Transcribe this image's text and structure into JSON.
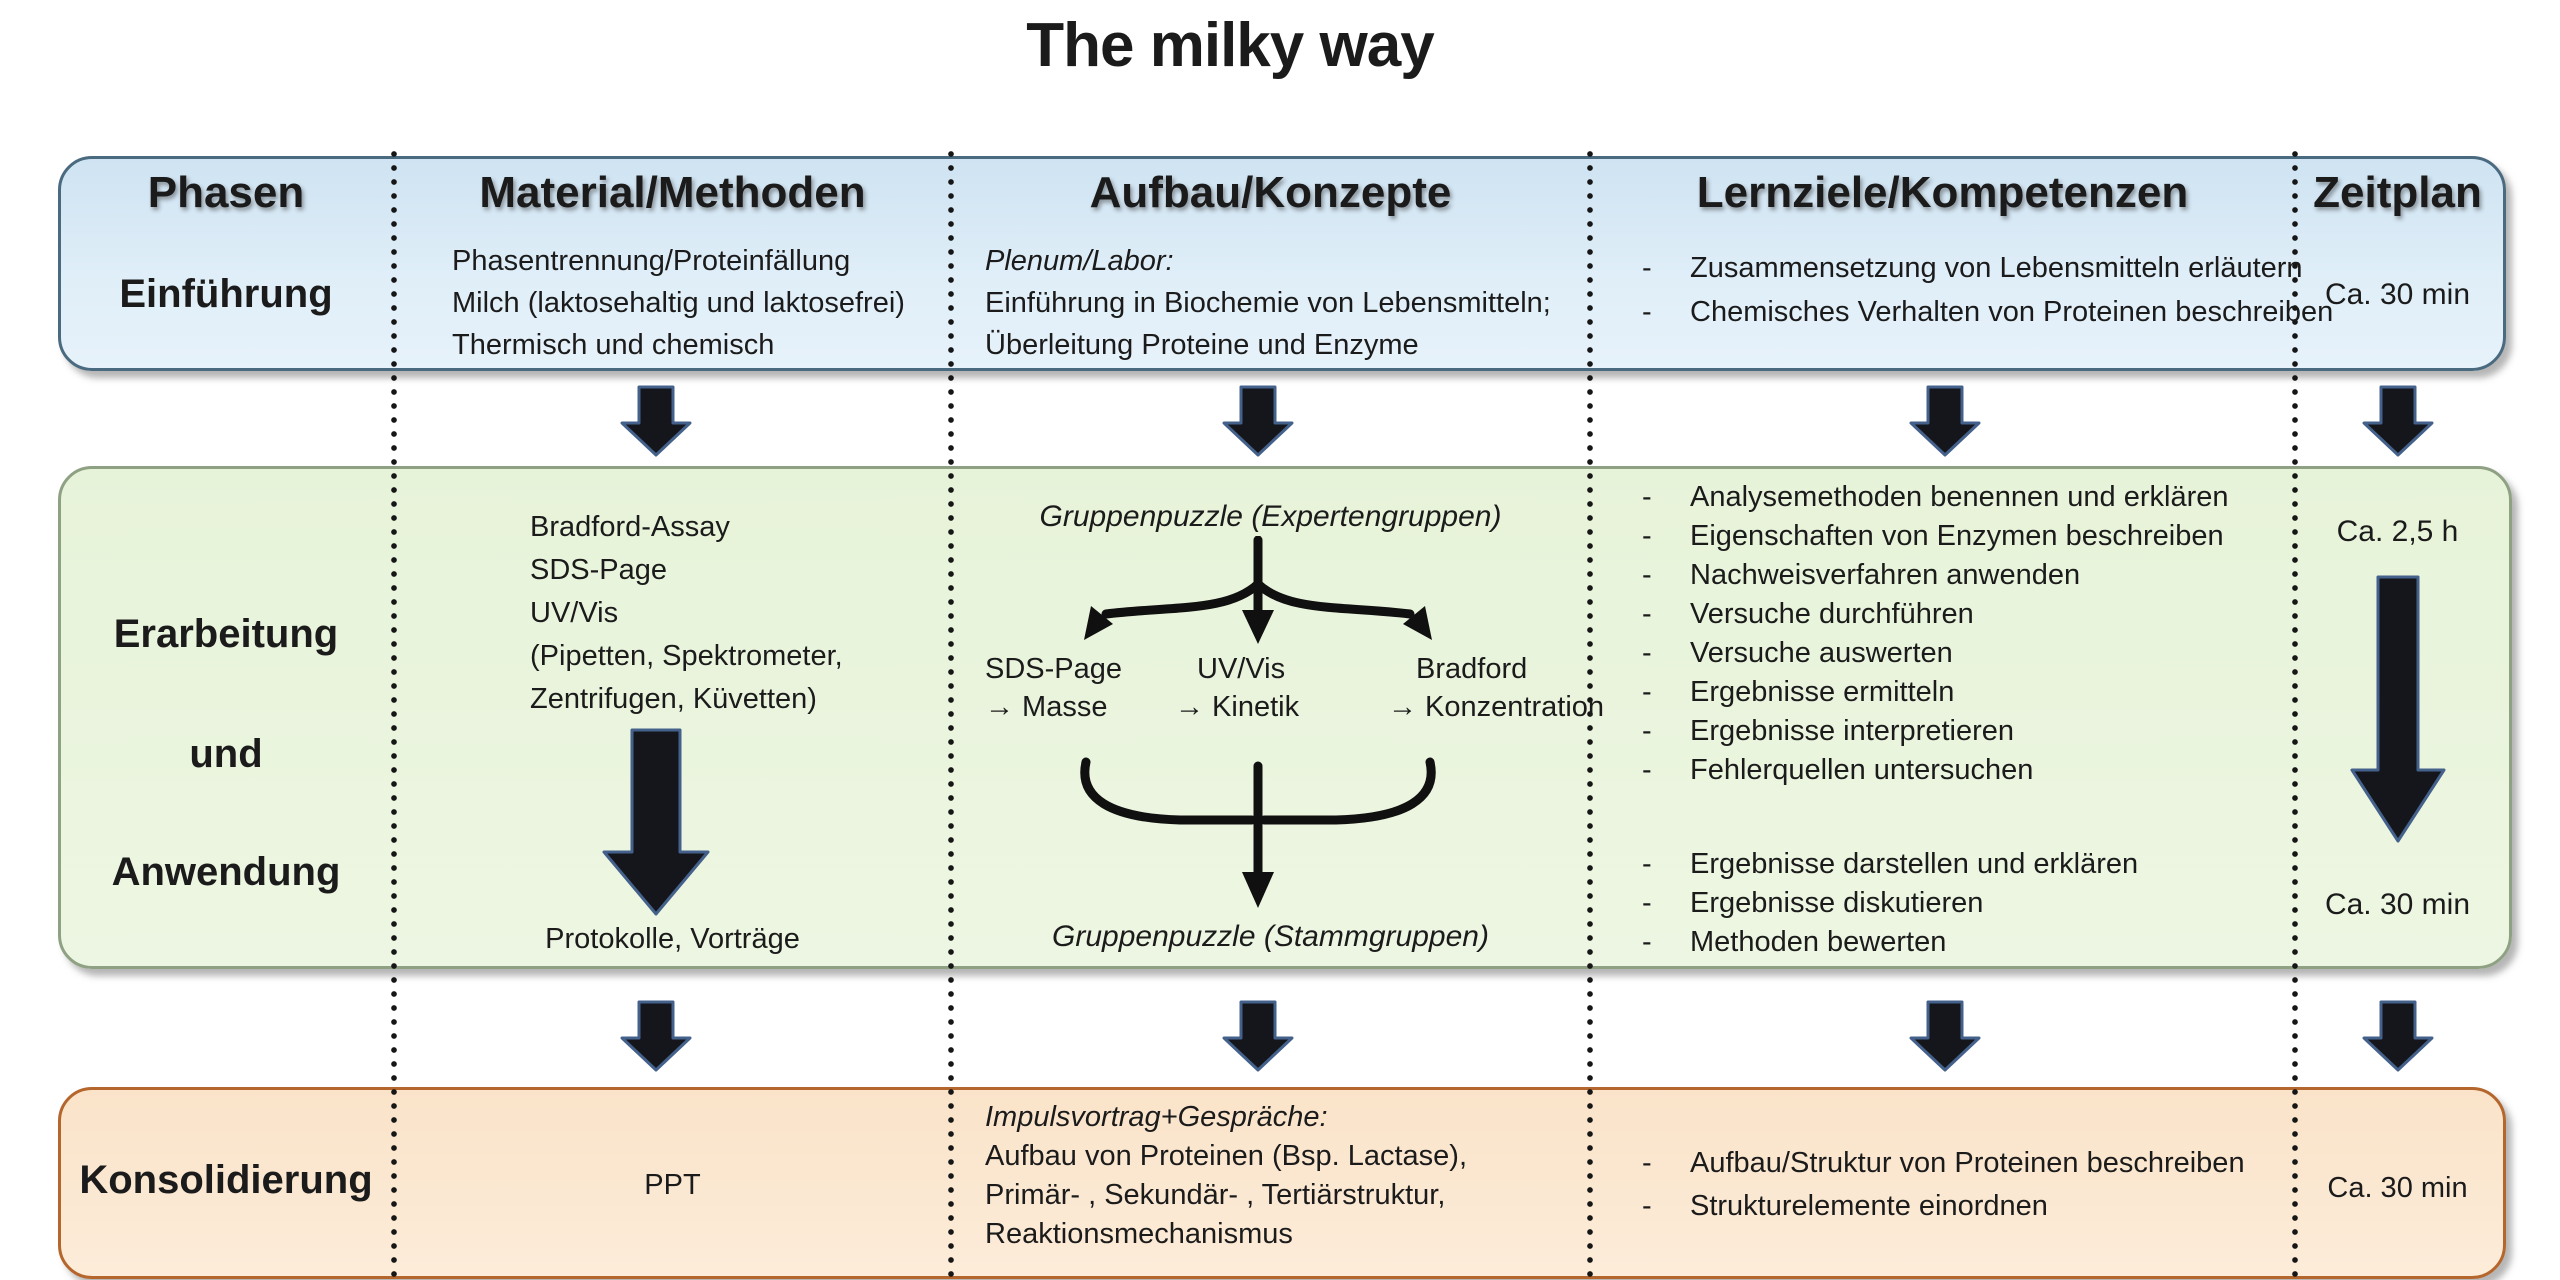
{
  "title": "The milky way",
  "columns": {
    "phasen": "Phasen",
    "material": "Material/Methoden",
    "aufbau": "Aufbau/Konzepte",
    "lernziele": "Lernziele/Kompetenzen",
    "zeitplan": "Zeitplan"
  },
  "rows": {
    "einfuehrung": {
      "phase": "Einführung",
      "material_lines": [
        "Phasentrennung/Proteinfällung",
        "Milch (laktosehaltig und laktosefrei)",
        "Thermisch und chemisch"
      ],
      "aufbau_heading": "Plenum/Labor:",
      "aufbau_lines": [
        "Einführung in Biochemie von Lebensmitteln;",
        "Überleitung Proteine und Enzyme"
      ],
      "lernziele": [
        "Zusammensetzung von Lebensmitteln erläutern",
        "Chemisches Verhalten von Proteinen beschreiben"
      ],
      "zeit": "Ca. 30 min"
    },
    "erarbeitung": {
      "phase_lines": [
        "Erarbeitung",
        "und",
        "Anwendung"
      ],
      "material_lines": [
        "Bradford-Assay",
        "SDS-Page",
        "UV/Vis",
        "(Pipetten, Spektrometer,",
        "Zentrifugen, Küvetten)"
      ],
      "material_result": "Protokolle, Vorträge",
      "aufbau_top": "Gruppenpuzzle (Expertengruppen)",
      "methods": [
        {
          "name": "SDS-Page",
          "result": "→ Masse"
        },
        {
          "name": "UV/Vis",
          "result": "→ Kinetik"
        },
        {
          "name": "Bradford",
          "result": "→ Konzentration"
        }
      ],
      "aufbau_bottom": "Gruppenpuzzle (Stammgruppen)",
      "lernziele_1": [
        "Analysemethoden benennen und erklären",
        "Eigenschaften von Enzymen beschreiben",
        "Nachweisverfahren anwenden",
        "Versuche durchführen",
        "Versuche auswerten",
        "Ergebnisse ermitteln",
        "Ergebnisse interpretieren",
        "Fehlerquellen untersuchen"
      ],
      "lernziele_2": [
        "Ergebnisse darstellen und erklären",
        "Ergebnisse diskutieren",
        "Methoden bewerten"
      ],
      "zeit_top": "Ca. 2,5 h",
      "zeit_bottom": "Ca. 30 min"
    },
    "konsolidierung": {
      "phase": "Konsolidierung",
      "material": "PPT",
      "aufbau_heading": "Impulsvortrag+Gespräche:",
      "aufbau_lines": [
        "Aufbau von Proteinen (Bsp. Lactase),",
        "Primär- , Sekundär- , Tertiärstruktur,",
        "Reaktionsmechanismus"
      ],
      "lernziele": [
        "Aufbau/Struktur von Proteinen beschreiben",
        "Strukturelemente einordnen"
      ],
      "zeit": "Ca. 30 min"
    }
  },
  "colors": {
    "header_fill": "#dfeef8",
    "header_border": "#4a6a80",
    "work_fill": "#eaf5dd",
    "work_border": "#8fa183",
    "consolidation_fill": "#fbe7d1",
    "consolidation_border": "#b4662c",
    "arrow": "#14161b",
    "arrow_outline": "#44618c",
    "text": "#1b1b1b"
  }
}
